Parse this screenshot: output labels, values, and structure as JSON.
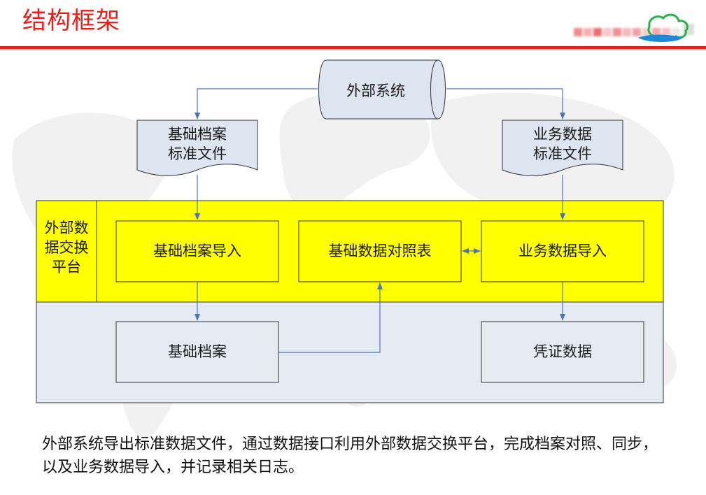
{
  "slide": {
    "title": "结构框架",
    "colors": {
      "title_red": "#e8201c",
      "exchange_band": "#ffff00",
      "erp_band": "#e6eaf3",
      "document_fill": "#dde5f0",
      "arrow_blue": "#4a76b8"
    }
  },
  "diagram": {
    "external_system": "外部系统",
    "doc_left": {
      "line1": "基础档案",
      "line2": "标准文件"
    },
    "doc_right": {
      "line1": "业务数据",
      "line2": "标准文件"
    },
    "platform_label": {
      "line1": "外部数",
      "line2": "据交换",
      "line3": "平台"
    },
    "box_base_import": "基础档案导入",
    "box_mapping": "基础数据对照表",
    "box_business_import": "业务数据导入",
    "box_base_archive": "基础档案",
    "box_voucher": "凭证数据"
  },
  "caption": "外部系统导出标准数据文件，通过数据接口利用外部数据交换平台，完成档案对照、同步，以及业务数据导入，并记录相关日志。"
}
